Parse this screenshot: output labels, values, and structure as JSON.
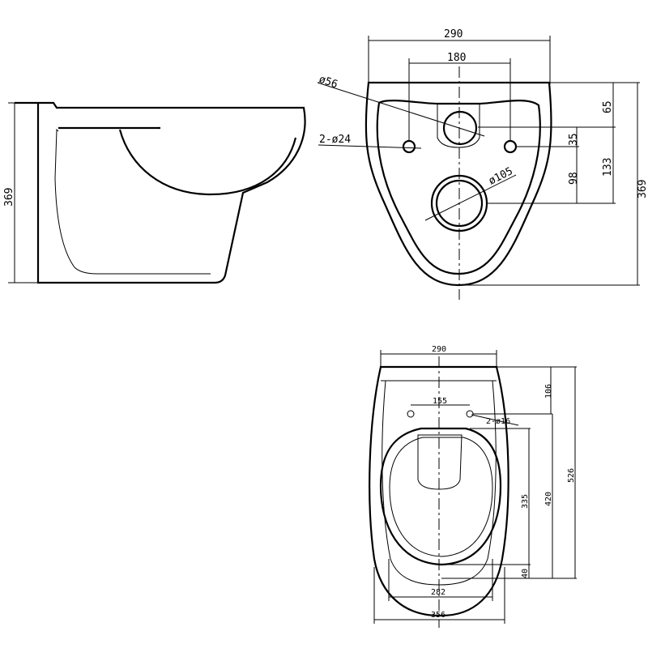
{
  "side_view": {
    "height_label": "369"
  },
  "back_view": {
    "width_label": "290",
    "bolt_spacing_label": "180",
    "waste_diameter_label": "ø56",
    "bolt_holes_label": "2-ø24",
    "outlet_diameter_label": "ø105",
    "dim_65": "65",
    "dim_35": "35",
    "dim_98": "98",
    "dim_133": "133",
    "height_label": "369"
  },
  "top_view": {
    "width_label": "290",
    "hinge_spacing_label": "155",
    "hinge_holes_label": "2-ø16",
    "dim_106": "106",
    "dim_335": "335",
    "dim_420": "420",
    "length_label": "526",
    "dim_40": "40",
    "inner_width_label": "282",
    "base_width_label": "356"
  }
}
